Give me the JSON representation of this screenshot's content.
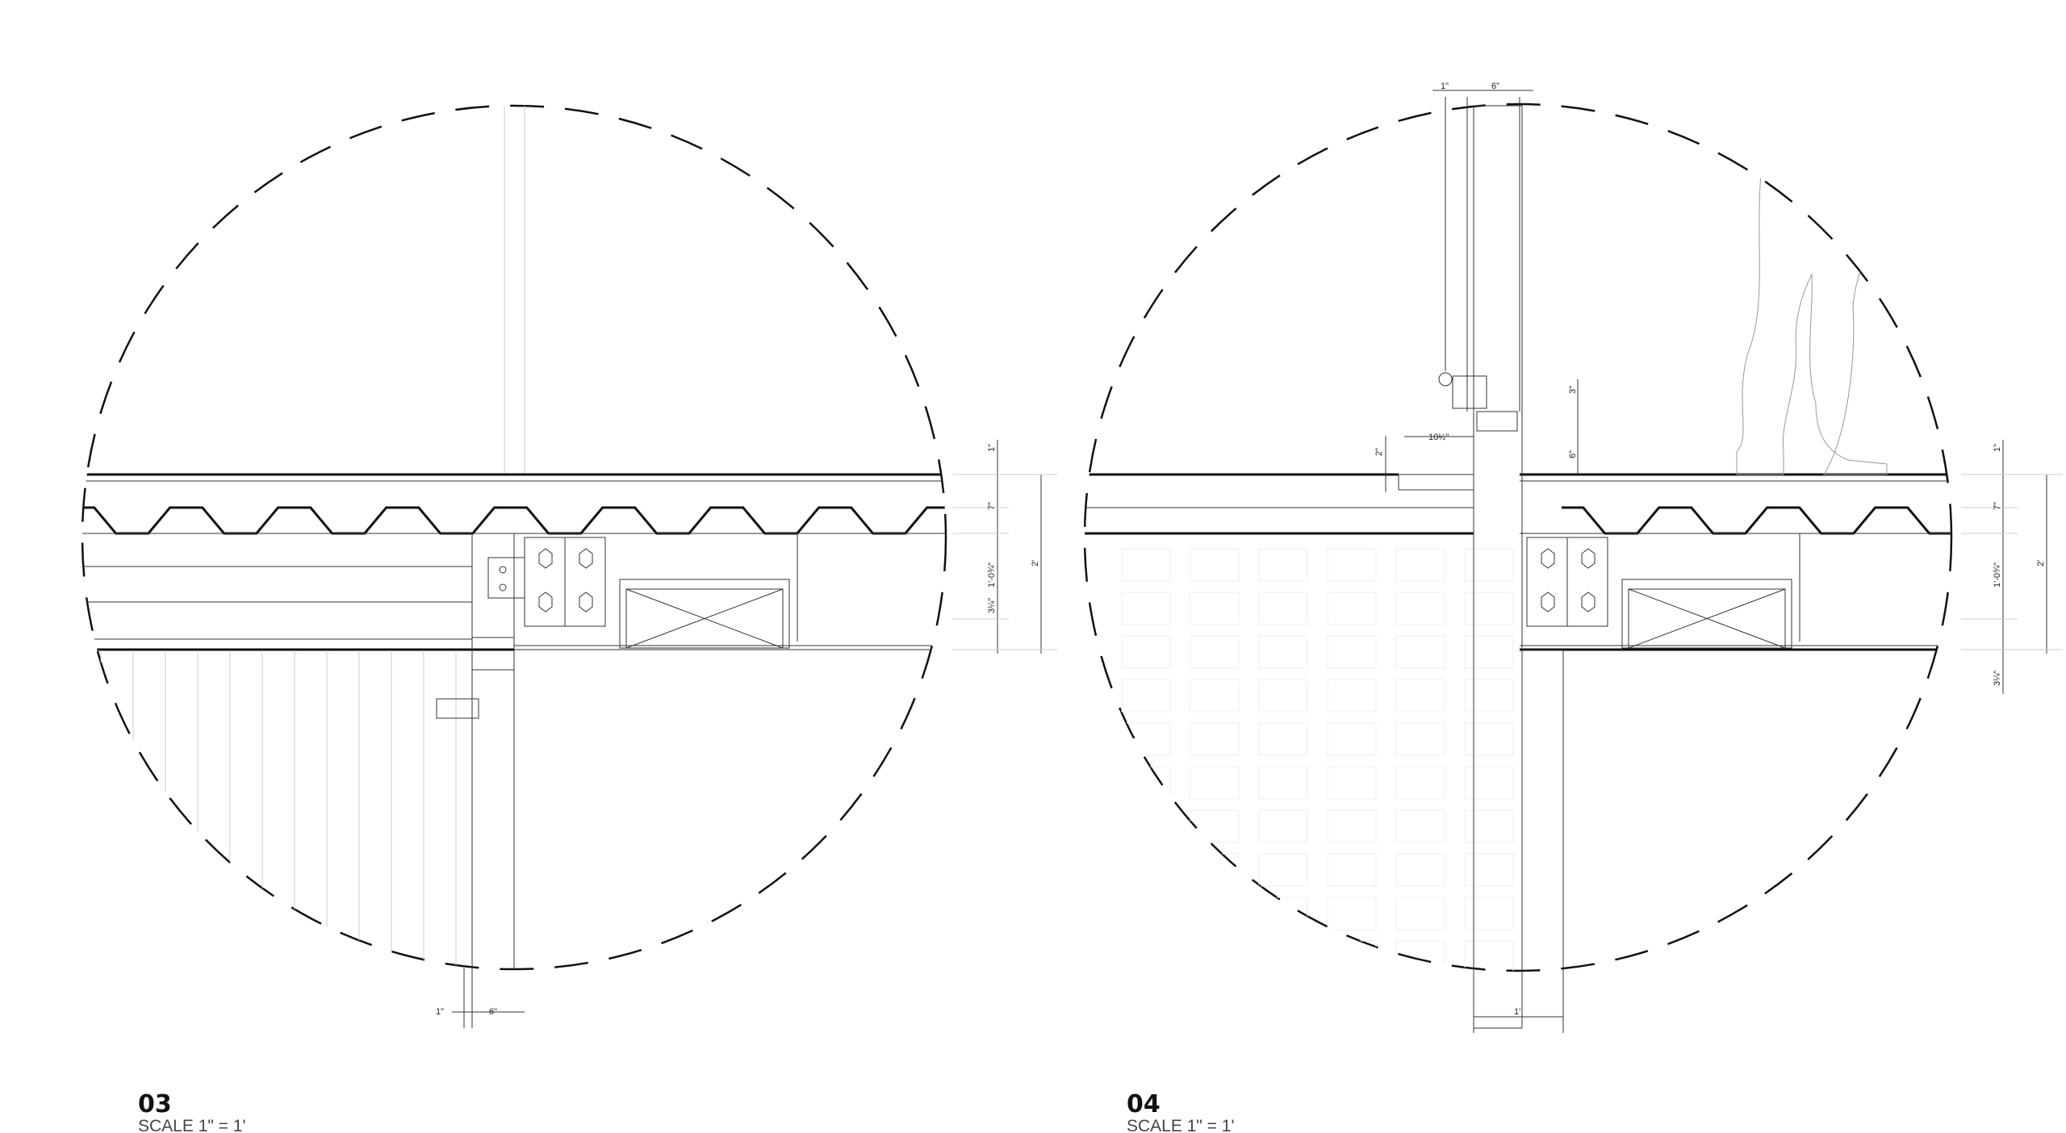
{
  "details": [
    {
      "number": "03",
      "scale": "SCALE 1\" = 1'",
      "dims_right": [
        "1\"",
        "7\"",
        "1'-0¾\"",
        "3¼\"",
        "2'"
      ],
      "dims_bottom": [
        "1\"",
        "6\""
      ]
    },
    {
      "number": "04",
      "scale": "SCALE 1\" = 1'",
      "dims_right": [
        "1\"",
        "7\"",
        "1'-0¾\"",
        "3¼\"",
        "2'"
      ],
      "dims_top": [
        "1\"",
        "6\""
      ],
      "dims_rail": [
        "3\"",
        "10½\"",
        "2\"",
        "6\""
      ],
      "dims_bottom": [
        "1'"
      ]
    }
  ]
}
